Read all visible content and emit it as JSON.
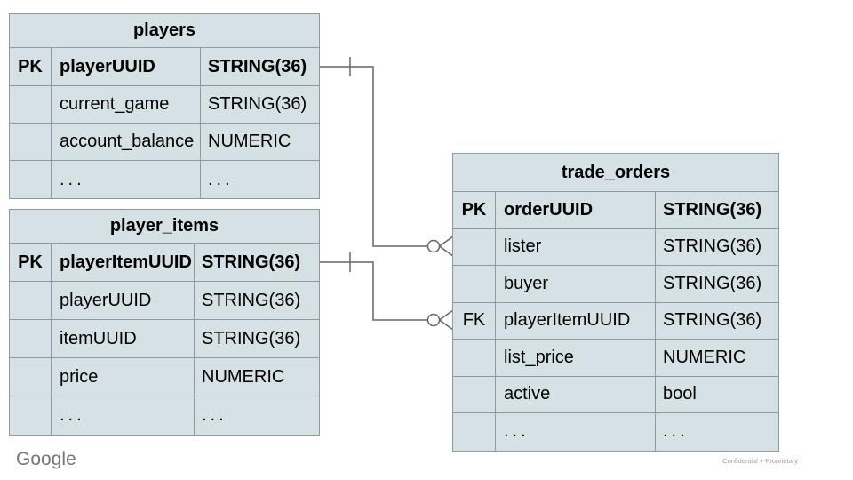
{
  "colors": {
    "background": "#ffffff",
    "table_fill": "#d5e1e5",
    "table_border": "#8d999c",
    "connector": "#666666",
    "text": "#000000",
    "footer_gray": "#757575",
    "classification_gray": "#9e9e9e"
  },
  "diagram": {
    "type": "entity-relationship",
    "tables": {
      "players": {
        "title": "players",
        "rows": [
          {
            "key": "PK",
            "name": "playerUUID",
            "type": "STRING(36)"
          },
          {
            "key": "",
            "name": "current_game",
            "type": "STRING(36)"
          },
          {
            "key": "",
            "name": "account_balance",
            "type": "NUMERIC"
          },
          {
            "key": "",
            "name": "...",
            "type": "..."
          }
        ]
      },
      "player_items": {
        "title": "player_items",
        "rows": [
          {
            "key": "PK",
            "name": "playerItemUUID",
            "type": "STRING(36)"
          },
          {
            "key": "",
            "name": "playerUUID",
            "type": "STRING(36)"
          },
          {
            "key": "",
            "name": "itemUUID",
            "type": "STRING(36)"
          },
          {
            "key": "",
            "name": "price",
            "type": "NUMERIC"
          },
          {
            "key": "",
            "name": "...",
            "type": "..."
          }
        ]
      },
      "trade_orders": {
        "title": "trade_orders",
        "rows": [
          {
            "key": "PK",
            "name": "orderUUID",
            "type": "STRING(36)"
          },
          {
            "key": "",
            "name": "lister",
            "type": "STRING(36)"
          },
          {
            "key": "",
            "name": "buyer",
            "type": "STRING(36)"
          },
          {
            "key": "FK",
            "name": "playerItemUUID",
            "type": "STRING(36)"
          },
          {
            "key": "",
            "name": "list_price",
            "type": "NUMERIC"
          },
          {
            "key": "",
            "name": "active",
            "type": "bool"
          },
          {
            "key": "",
            "name": "...",
            "type": "..."
          }
        ]
      }
    },
    "relationships": [
      {
        "from_table": "players",
        "from_field": "playerUUID",
        "from_cardinality": "one",
        "to_table": "trade_orders",
        "to_field": "lister",
        "to_cardinality": "zero-or-many"
      },
      {
        "from_table": "player_items",
        "from_field": "playerItemUUID",
        "from_cardinality": "one",
        "to_table": "trade_orders",
        "to_field": "playerItemUUID",
        "to_cardinality": "zero-or-many"
      }
    ]
  },
  "footer": {
    "brand": "Google",
    "classification": "Confidential + Proprietary"
  }
}
